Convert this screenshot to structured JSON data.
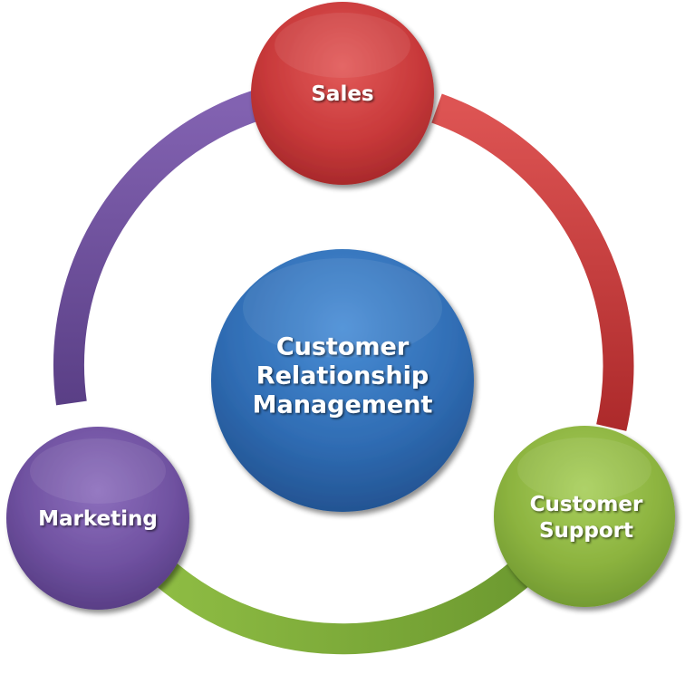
{
  "diagram": {
    "center": {
      "line1": "Customer",
      "line2": "Relationship",
      "line3": "Management"
    },
    "nodes": {
      "sales": {
        "label": "Sales"
      },
      "support": {
        "line1": "Customer",
        "line2": "Support"
      },
      "marketing": {
        "label": "Marketing"
      }
    }
  },
  "colors": {
    "sales": "#c8393a",
    "support": "#8cb33f",
    "marketing": "#6a4b97",
    "center": "#2f68ae",
    "text": "#ffffff"
  }
}
